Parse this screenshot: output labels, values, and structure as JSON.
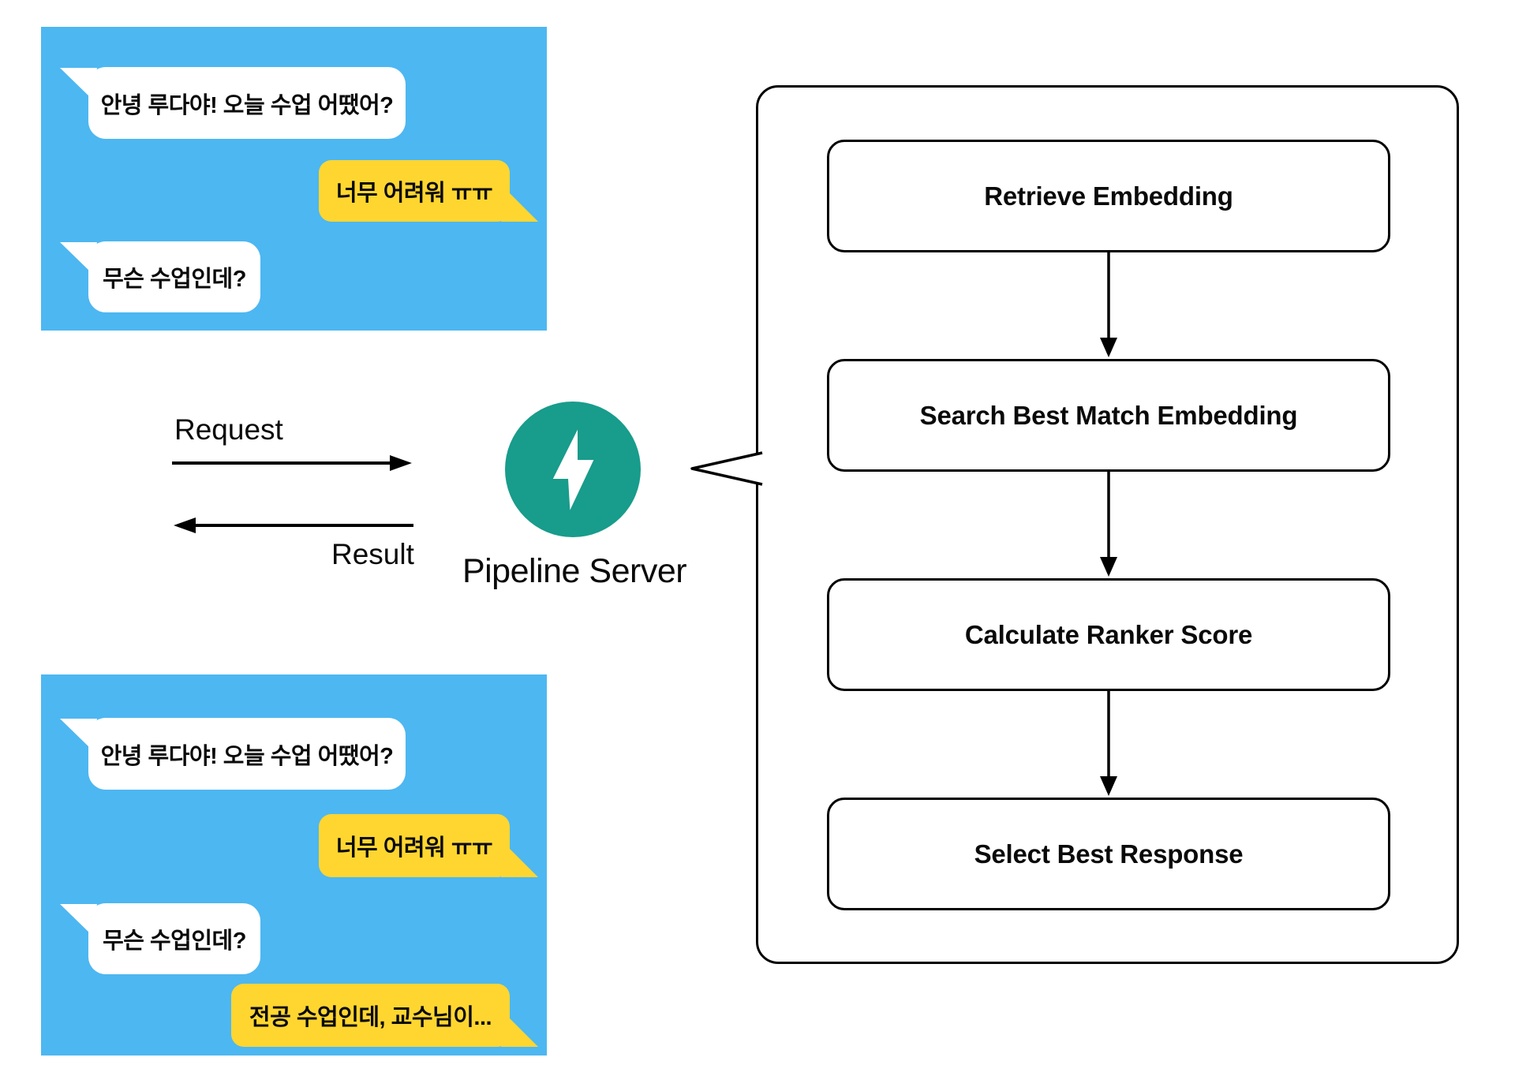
{
  "colors": {
    "panel_blue": "#4db7f1",
    "bubble_white": "#ffffff",
    "bubble_yellow": "#ffd630",
    "server_teal": "#189c8b",
    "line_ink": "#000000"
  },
  "chat_top": {
    "messages": [
      {
        "from": "user",
        "text": "안녕 루다야! 오늘 수업 어땠어?"
      },
      {
        "from": "luda",
        "text": "너무 어려워 ㅠㅠ"
      },
      {
        "from": "user",
        "text": "무슨 수업인데?"
      }
    ]
  },
  "chat_bottom": {
    "messages": [
      {
        "from": "user",
        "text": "안녕 루다야! 오늘 수업 어땠어?"
      },
      {
        "from": "luda",
        "text": "너무 어려워 ㅠㅠ"
      },
      {
        "from": "user",
        "text": "무슨 수업인데?"
      },
      {
        "from": "luda",
        "text": "전공 수업인데, 교수님이..."
      }
    ]
  },
  "exchange": {
    "request_label": "Request",
    "result_label": "Result"
  },
  "server": {
    "label": "Pipeline Server",
    "icon": "lightning-bolt-icon"
  },
  "flowchart": {
    "steps": [
      {
        "label": "Retrieve Embedding"
      },
      {
        "label": "Search Best Match Embedding"
      },
      {
        "label": "Calculate Ranker Score"
      },
      {
        "label": "Select Best Response"
      }
    ]
  }
}
